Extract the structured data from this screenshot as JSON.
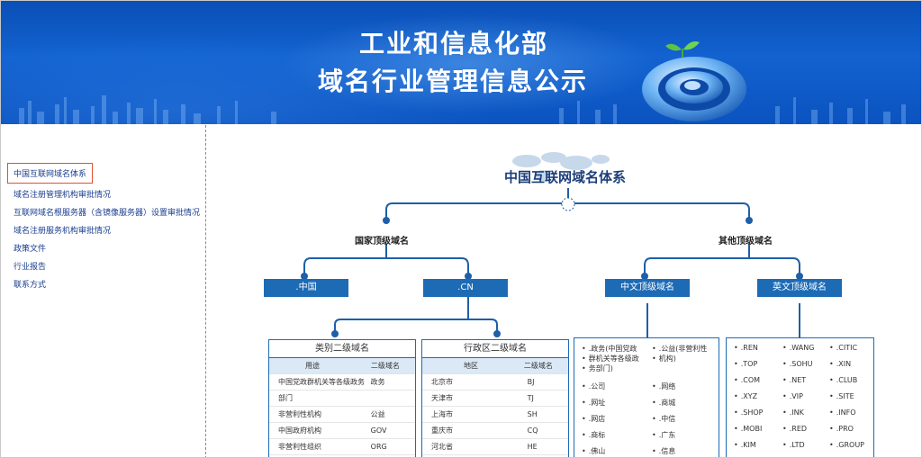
{
  "banner": {
    "title_line1": "工业和信息化部",
    "title_line2": "域名行业管理信息公示"
  },
  "sidebar": {
    "items": [
      {
        "label": "中国互联网域名体系",
        "active": true
      },
      {
        "label": "域名注册管理机构审批情况"
      },
      {
        "label": "互联网域名根服务器（含镜像服务器）设置审批情况"
      },
      {
        "label": "域名注册服务机构审批情况"
      },
      {
        "label": "政策文件"
      },
      {
        "label": "行业报告"
      },
      {
        "label": "联系方式"
      }
    ]
  },
  "main": {
    "title": "中国互联网域名体系",
    "national": "国家顶级域名",
    "other": "其他顶级域名",
    "cn_zh": ".中国",
    "cn": ".CN",
    "zh_tld": "中文顶级域名",
    "en_tld": "英文顶级域名",
    "category_table": {
      "title": "类别二级域名",
      "col1": "用途",
      "col2": "二级域名",
      "rows": [
        [
          "中国党政群机关等各级政务",
          "政务"
        ],
        [
          "部门",
          ""
        ],
        [
          "非营利性机构",
          "公益"
        ],
        [
          "中国政府机构",
          "GOV"
        ],
        [
          "非营利性组织",
          "ORG"
        ]
      ]
    },
    "region_table": {
      "title": "行政区二级域名",
      "col1": "地区",
      "col2": "二级域名",
      "rows": [
        [
          "北京市",
          "BJ"
        ],
        [
          "天津市",
          "TJ"
        ],
        [
          "上海市",
          "SH"
        ],
        [
          "重庆市",
          "CQ"
        ],
        [
          "河北省",
          "HE"
        ]
      ]
    },
    "zh_list_left": [
      ".政务(中国党政",
      "群机关等各级政",
      "务部门)",
      ".公司",
      ".网址",
      ".网店",
      ".商标",
      ".佛山"
    ],
    "zh_list_right": [
      ".公益(非营利性",
      "机构)",
      ".网络",
      ".商城",
      ".中信",
      ".广东",
      ".信息"
    ],
    "en_col1": [
      ".REN",
      ".TOP",
      ".COM",
      ".XYZ",
      ".SHOP",
      ".MOBI",
      ".KIM"
    ],
    "en_col2": [
      ".WANG",
      ".SOHU",
      ".NET",
      ".VIP",
      ".INK",
      ".RED",
      ".LTD"
    ],
    "en_col3": [
      ".CITIC",
      ".XIN",
      ".CLUB",
      ".SITE",
      ".INFO",
      ".PRO",
      ".GROUP"
    ]
  }
}
